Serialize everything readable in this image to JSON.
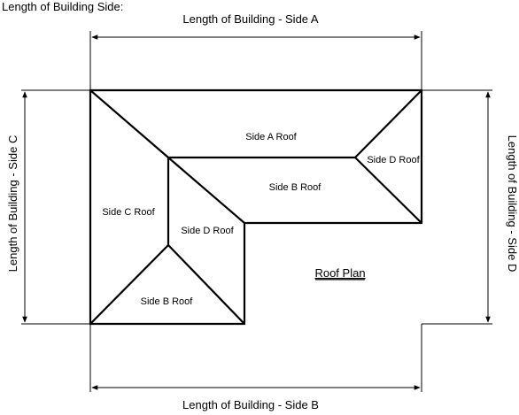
{
  "heading": "Length of Building Side:",
  "dimensions": {
    "side_a": "Length of Building - Side A",
    "side_b": "Length of Building - Side B",
    "side_c": "Length of Building - Side C",
    "side_d": "Length of Building - Side D"
  },
  "roof_labels": {
    "side_a_roof": "Side A Roof",
    "side_b_roof_upper": "Side B Roof",
    "side_b_roof_lower": "Side B Roof",
    "side_c_roof": "Side C Roof",
    "side_d_roof_left": "Side D Roof",
    "side_d_roof_right": "Side D Roof"
  },
  "plan_title": "Roof Plan"
}
